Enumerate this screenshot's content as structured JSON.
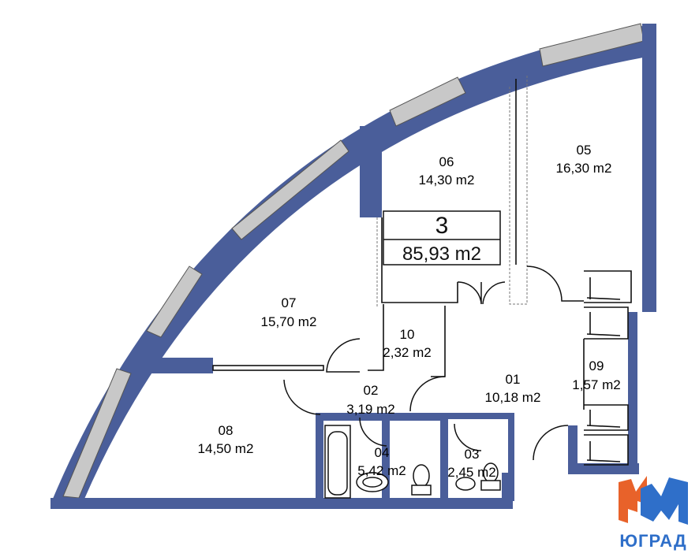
{
  "apartment": {
    "number": "3",
    "total_area": "85,93 m2"
  },
  "rooms": [
    {
      "id": "01",
      "area": "10,18 m2"
    },
    {
      "id": "02",
      "area": "3,19 m2"
    },
    {
      "id": "03",
      "area": "2,45 m2"
    },
    {
      "id": "04",
      "area": "5,42 m2"
    },
    {
      "id": "05",
      "area": "16,30 m2"
    },
    {
      "id": "06",
      "area": "14,30 m2"
    },
    {
      "id": "07",
      "area": "15,70 m2"
    },
    {
      "id": "08",
      "area": "14,50 m2"
    },
    {
      "id": "09",
      "area": "1,57 m2"
    },
    {
      "id": "10",
      "area": "2,32 m2"
    }
  ],
  "logo": {
    "text": "ЮГРАД"
  },
  "colors": {
    "wall": "#4a5e9a",
    "window": "#c8c8c8",
    "logo_orange": "#e8622a",
    "logo_blue": "#2f6fc9"
  }
}
